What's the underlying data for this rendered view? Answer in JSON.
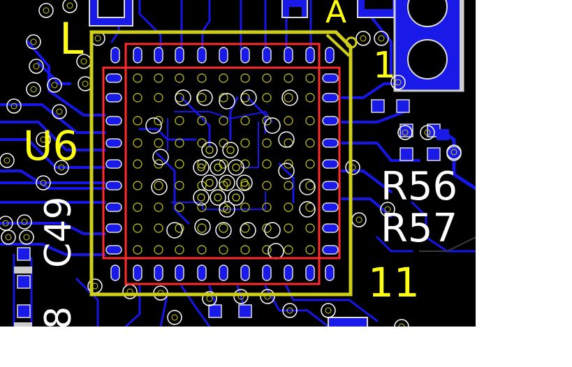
{
  "view": {
    "name": "PCB layout editor viewport",
    "background": "#000000"
  },
  "colors": {
    "copper_trace": "#1616e6",
    "copper_pad": "#1a1ae8",
    "silkscreen": "#e6e619",
    "courtyard": "#ff2a2a",
    "drill_ring": "#ffffff",
    "via_ring_inner": "#cfcf1a",
    "board_edge": "#d8d8d8"
  },
  "silkscreen_labels": {
    "designator_u6": "U6",
    "corner_l": "L",
    "corner_a": "A",
    "pin_1": "1",
    "pin_11": "11",
    "designator_c49": "C49",
    "designator_8": "8"
  },
  "reference_labels": {
    "r56": "R56",
    "r57": "R57"
  },
  "component": {
    "designator": "U6",
    "package": "QFN",
    "pin1_marker_icon": "circle-marker-icon"
  }
}
